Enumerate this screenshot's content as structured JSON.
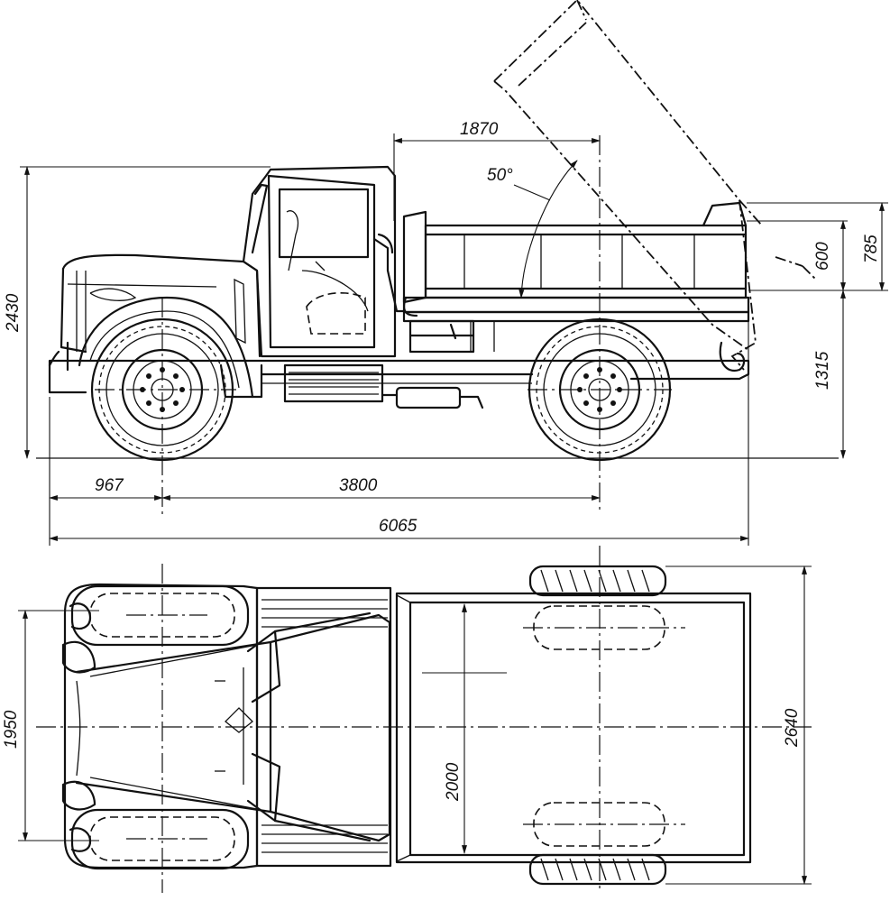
{
  "dimensions": {
    "bed_length": "1870",
    "tilt_angle": "50°",
    "overall_height": "2430",
    "side_height": "600",
    "bed_height_total": "785",
    "platform_height": "1315",
    "front_overhang": "967",
    "wheelbase": "3800",
    "overall_length": "6065",
    "front_track": "1950",
    "bed_inner_width": "2000",
    "overall_width": "2640"
  }
}
